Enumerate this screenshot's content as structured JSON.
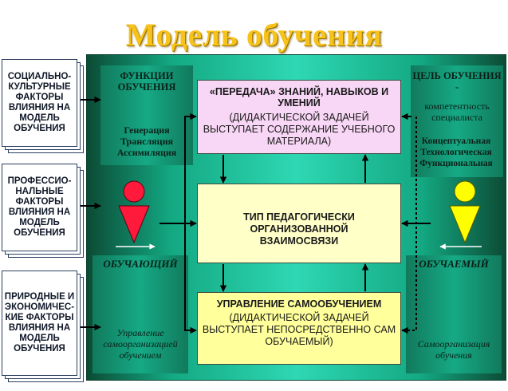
{
  "title": "Модель обучения",
  "factors": [
    "СОЦИАЛЬНО-КУЛЬТУРНЫЕ ФАКТОРЫ ВЛИЯНИЯ НА МОДЕЛЬ ОБУЧЕНИЯ",
    "ПРОФЕССИО-НАЛЬНЫЕ ФАКТОРЫ ВЛИЯНИЯ НА МОДЕЛЬ ОБУЧЕНИЯ",
    "ПРИРОДНЫЕ И ЭКОНОМИЧЕС-КИЕ ФАКТОРЫ ВЛИЯНИЯ НА МОДЕЛЬ ОБУЧЕНИЯ"
  ],
  "left": {
    "functions_title": "ФУНКЦИИ ОБУЧЕНИЯ",
    "functions": [
      "Генерация",
      "Трансляция",
      "Ассимиляция"
    ],
    "actor": "ОБУЧАЮЩИЙ",
    "actor_role": "Управление самоорганизацией обучением"
  },
  "right": {
    "goal_title": "ЦЕЛЬ ОБУЧЕНИЯ -",
    "goal_text": "компетентность специалиста",
    "competences": [
      "Концептуальная",
      "Технологическая",
      "Функциональная"
    ],
    "actor": "ОБУЧАЕМЫЙ",
    "actor_role": "Самоорганизация обучения"
  },
  "center": {
    "transfer_title": "«ПЕРЕДАЧА» ЗНАНИЙ, НАВЫКОВ И УМЕНИЙ",
    "transfer_sub": "(ДИДАКТИЧЕСКОЙ ЗАДАЧЕЙ ВЫСТУПАЕТ СОДЕРЖАНИЕ УЧЕБНОГО МАТЕРИАЛА)",
    "interaction_title": "ТИП ПЕДАГОГИЧЕСКИ ОРГАНИЗОВАННОЙ ВЗАИМОСВЯЗИ",
    "selfstudy_title": "УПРАВЛЕНИЕ САМООБУЧЕНИЕМ",
    "selfstudy_sub": "(ДИДАКТИЧЕСКОЙ ЗАДАЧЕЙ ВЫСТУПАЕТ НЕПОСРЕДСТВЕННО САМ ОБУЧАЕМЫЙ)"
  },
  "colors": {
    "title": "#f7c21a",
    "transfer_box": "#f8d6f5",
    "interaction_box": "#ffffc8",
    "selfstudy_box": "#ffff9c",
    "teacher_figure": "#ff1a3c",
    "learner_figure": "#ffff00"
  }
}
